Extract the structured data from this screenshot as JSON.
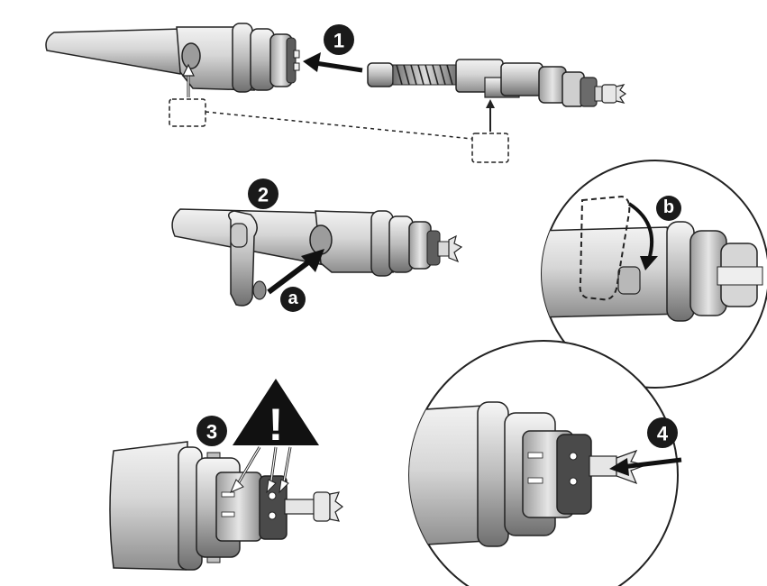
{
  "steps": {
    "step1": "1",
    "step2": "2",
    "step3": "3",
    "step4": "4"
  },
  "sub_labels": {
    "a": "a",
    "b": "b"
  },
  "warning": {
    "symbol": "!",
    "icon": "warning-triangle-icon"
  },
  "colors": {
    "badge": "#1a1a1a",
    "body_light": "#e2e2e2",
    "body_mid": "#bdbdbd",
    "body_dark": "#8a8a8a",
    "outline": "#222222"
  }
}
